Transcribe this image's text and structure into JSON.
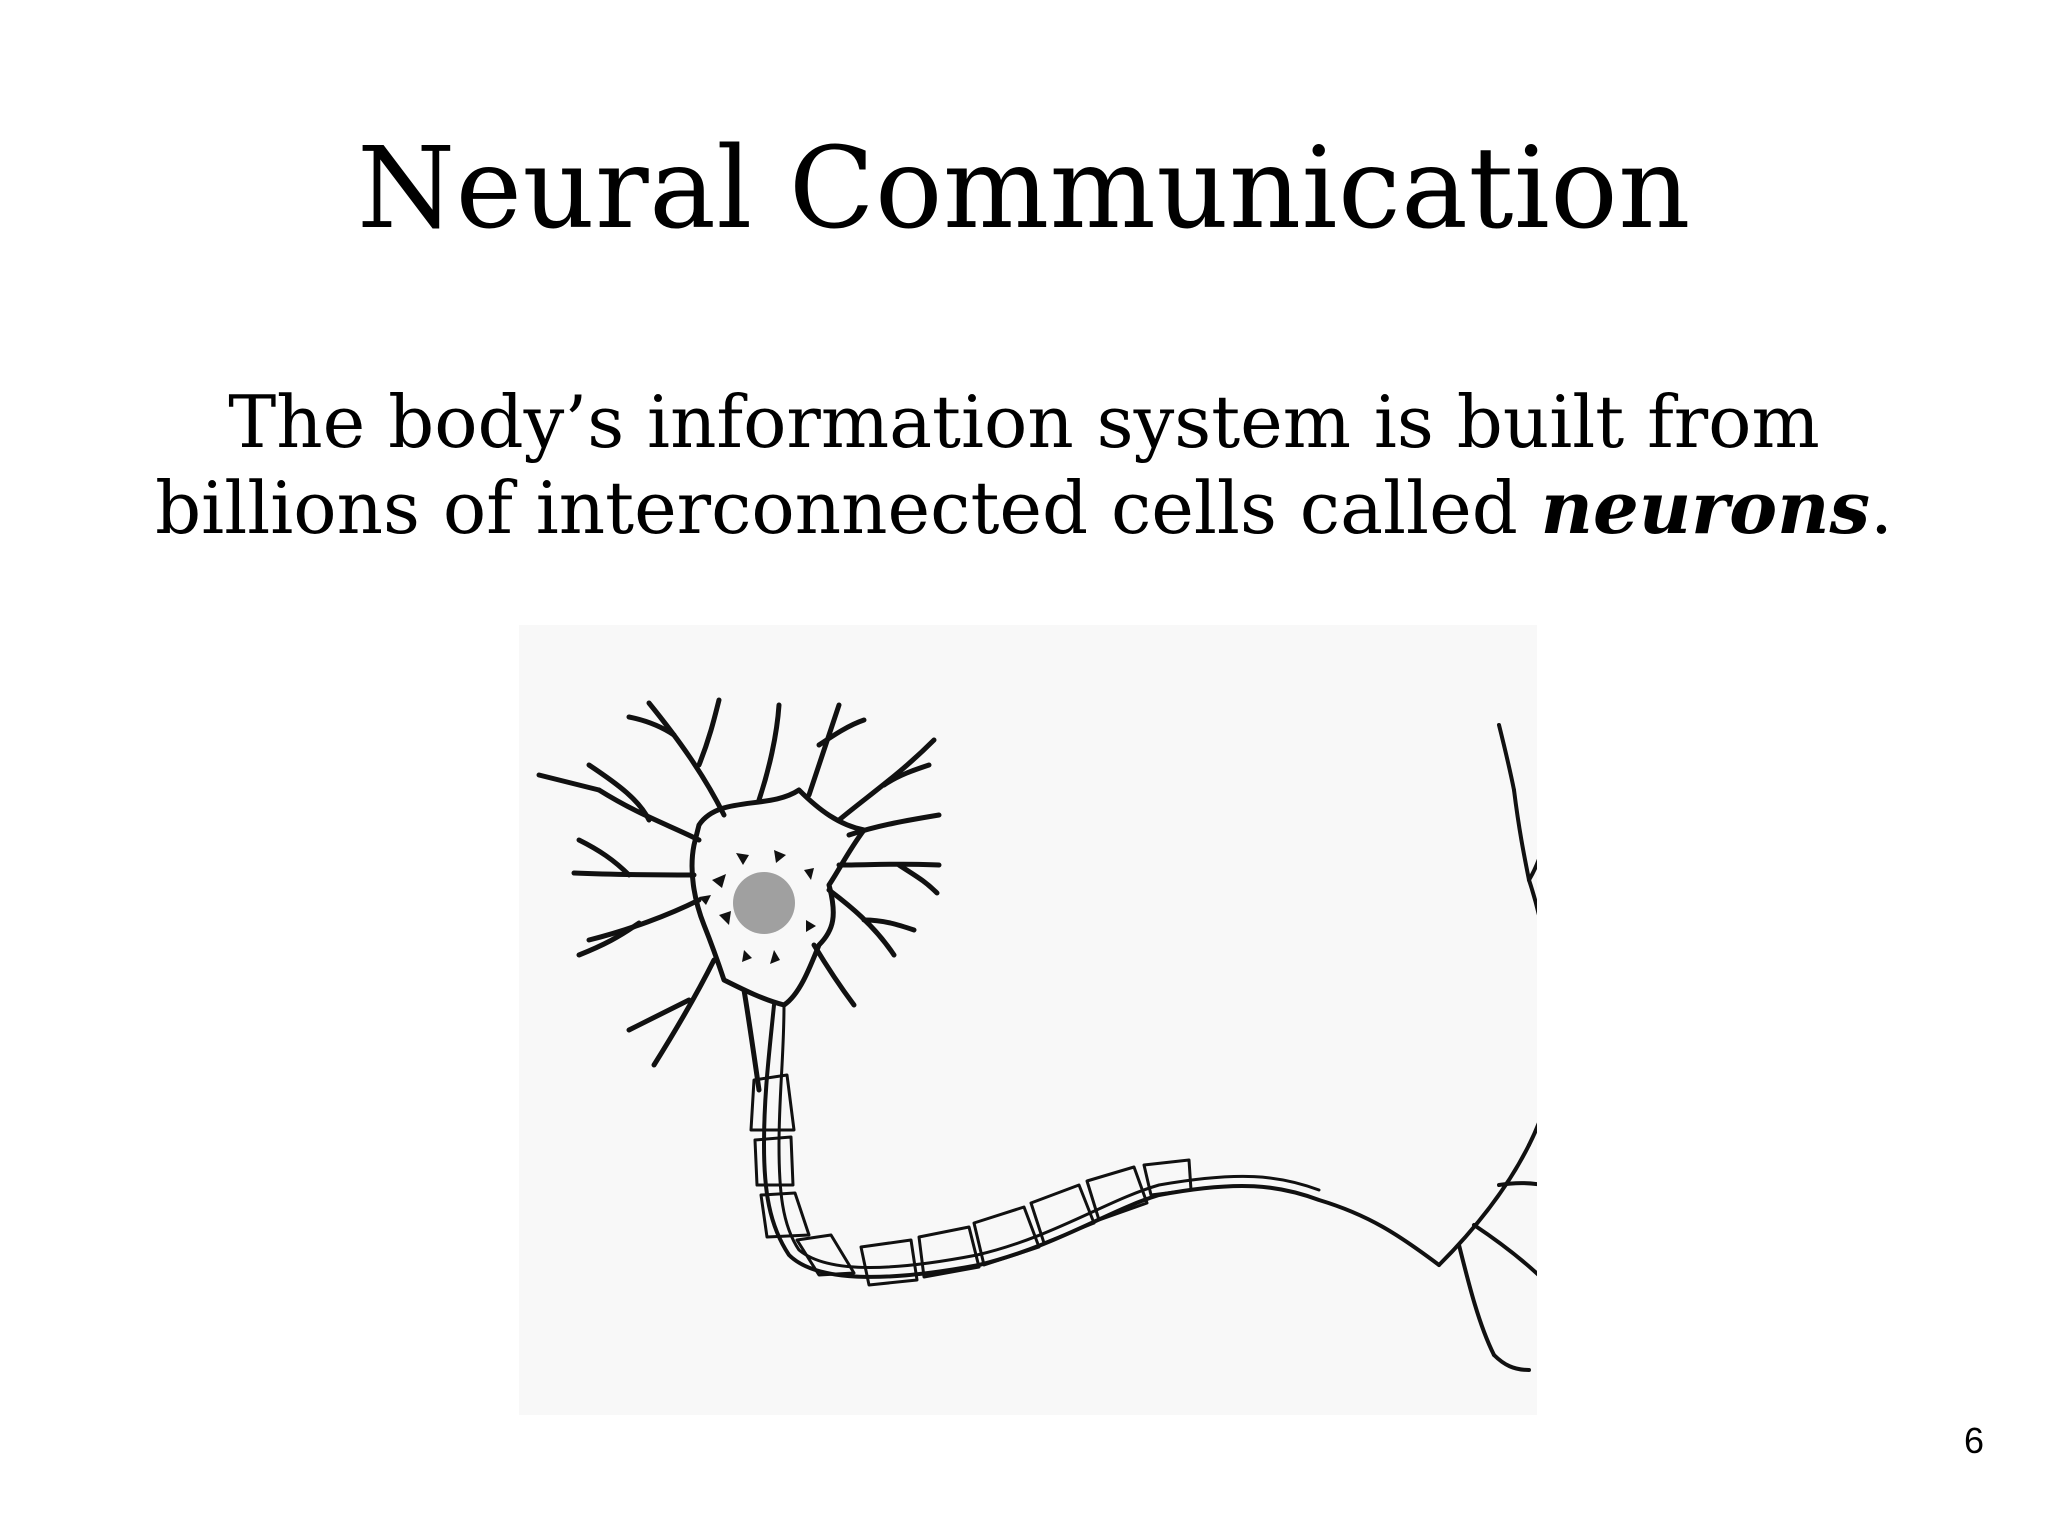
{
  "slide": {
    "title": "Neural Communication",
    "body_line1": "The body’s information system is built from",
    "body_line2_prefix": "billions of interconnected cells called ",
    "body_line2_emphasis": "neurons",
    "body_line2_suffix": ".",
    "page_number": "6"
  },
  "figure": {
    "subject": "neuron-diagram",
    "nucleus_color": "#a0a0a0",
    "stroke_color": "#111111",
    "panel_color": "#f8f8f8"
  }
}
